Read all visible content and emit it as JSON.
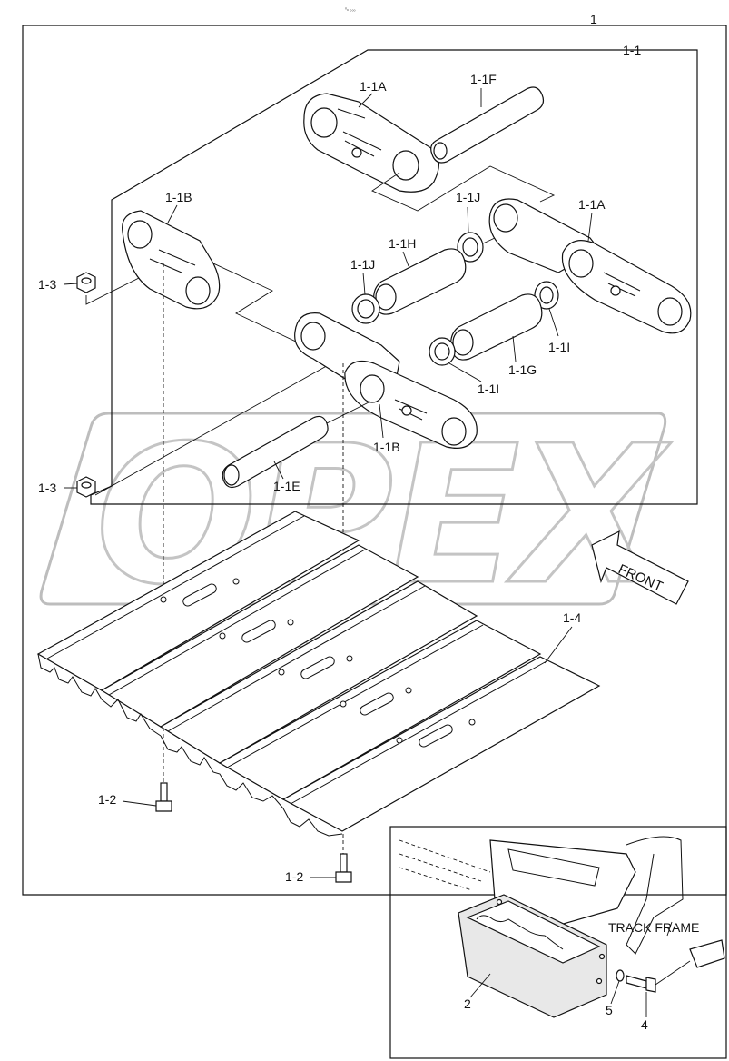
{
  "header": {
    "tiny_mark": "⁰ₙ ₀₀₀"
  },
  "watermark": {
    "brand": "OPEX"
  },
  "labels": {
    "assembly": "1",
    "link_assy": "1-1",
    "link_a_top": "1-1A",
    "pin_f": "1-1F",
    "link_b_top": "1-1B",
    "seal_j_right": "1-1J",
    "link_a_right": "1-1A",
    "bushing_h": "1-1H",
    "seal_j_left": "1-1J",
    "nut_top": "1-3",
    "spacer_i_right": "1-1I",
    "bushing_g": "1-1G",
    "spacer_i_left": "1-1I",
    "link_b_bottom": "1-1B",
    "pin_e": "1-1E",
    "nut_bottom": "1-3",
    "shoe": "1-4",
    "bolt_left": "1-2",
    "bolt_bottom": "1-2",
    "guard": "2",
    "washer": "5",
    "bolt_guard": "4",
    "track_frame": "TRACK FRAME"
  },
  "front_arrow": {
    "text": "FRONT"
  }
}
